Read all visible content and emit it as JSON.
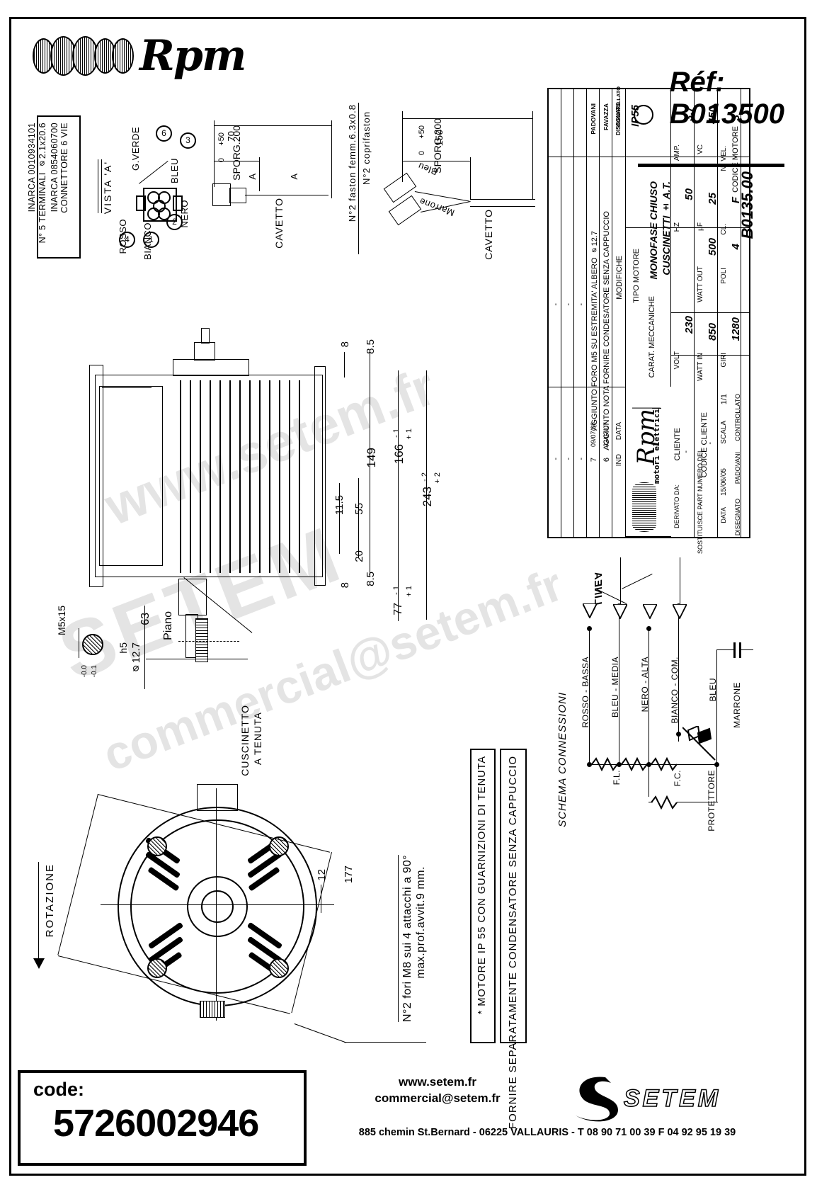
{
  "header": {
    "brand": "Rpm",
    "ref_label": "Réf:",
    "ref_value": "B013500"
  },
  "connector_note": {
    "line1": "CONNETTORE 6 VIE",
    "line2": "INARCA 0854060700",
    "line3": "N° 5 TERMINALI ⌀2.1x20.6",
    "line4": "INARCA 0010934101"
  },
  "view_a": {
    "title": "VISTA 'A'",
    "wires": [
      {
        "label": "G.VERDE",
        "pin": "6"
      },
      {
        "label": "BLEU",
        "pin": "3"
      },
      {
        "label": "ROSSO",
        "pin": "4"
      },
      {
        "label": "BIANCO",
        "pin": "1"
      },
      {
        "label": "NERO",
        "pin": "2"
      }
    ]
  },
  "cavetto_left": {
    "label": "CAVETTO",
    "dim_70": "70",
    "dim_sporg": "SPORG.200",
    "tol_plus": "+50",
    "tol_minus": "0",
    "mark_a1": "A",
    "mark_a2": "A"
  },
  "cavetto_right": {
    "label": "CAVETTO",
    "note1": "N°2 faston femm.6.3x0.8",
    "note2": "N°2 coprifaston",
    "wire1": "Bleu",
    "wire2": "Marrone",
    "dim_150": "150",
    "dim_sporg": "SPORG.200",
    "tol_plus": "+50",
    "tol_minus": "0"
  },
  "dimensions": {
    "d8_top": "8",
    "d85_top": "8.5",
    "d149": "149",
    "d166": "166",
    "d166_tol_p": "+ 1",
    "d166_tol_m": "- 1",
    "d243": "243",
    "d243_tol_p": "+ 2",
    "d243_tol_m": "- 2",
    "d115": "11.5",
    "d55": "55",
    "d20": "20",
    "d85_bot": "8.5",
    "d8_bot": "8",
    "d77": "77",
    "d77_tol_p": "+ 1",
    "d77_tol_m": "- 1",
    "m5x15": "M5x15",
    "d63": "63",
    "piano": "Piano",
    "h5": "h5",
    "d127": "⌀12.7",
    "tol_h5_p": "-0.0",
    "tol_h5_m": "-0.1",
    "d177": "177",
    "d12": "12"
  },
  "callouts": {
    "cuscinetto": "CUSCINETTO",
    "a_tenuta": "A TENUTA",
    "rotazione": "ROTAZIONE",
    "fori_line1": "N°2 fori M8 sui 4 attacchi a 90°",
    "fori_line2": "max.prof.avvit.9 mm."
  },
  "notes": {
    "note_star": "* MOTORE IP 55 CON GUARNIZIONI DI TENUTA",
    "note_fornire": "FORNIRE SEPARATAMENTE CONDENSATORE SENZA CAPPUCCIO"
  },
  "title_block": {
    "revisions": [
      {
        "ind": "7",
        "date": "09/07/08",
        "text": "AGGIUNTO FORO M5 SU ESTREMITA' ALBERO ⌀12.7"
      },
      {
        "ind": "6",
        "date": "22/07/07",
        "text": "AGGIUNTO NOTA FORNIRE CONDESATORE SENZA CAPPUCCIO"
      },
      {
        "ind": "-",
        "date": "-",
        "text": ""
      },
      {
        "ind": "-",
        "date": "-",
        "text": ""
      },
      {
        "ind": "-",
        "date": "-",
        "text": ""
      }
    ],
    "ind_header": "IND",
    "data_header": "DATA",
    "modifiche_header": "MODIFICHE",
    "names": {
      "padovani": "PADOVANI",
      "favazza": "FAVAZZA",
      "disegnato": "DISEGNATO",
      "controllato": "CONTROLLATO"
    },
    "protection": "IP55",
    "tipo_motore_label": "TIPO MOTORE",
    "tipo_motore_v1": "MONOFASE CHIUSO",
    "carat_label": "CARAT. MECCANICHE",
    "carat_v1": "CUSCINETTI ± A.T.",
    "electrical": [
      {
        "label": "VOLT",
        "value": "230"
      },
      {
        "label": "HZ",
        "value": "50"
      },
      {
        "label": "AMP.",
        "value": "3.7"
      },
      {
        "label": "WATT IN",
        "value": "850"
      },
      {
        "label": "WATT OUT",
        "value": "500"
      },
      {
        "label": "µF",
        "value": "25"
      },
      {
        "label": "VC",
        "value": "450"
      },
      {
        "label": "GIRI",
        "value": "1280"
      },
      {
        "label": "POLI",
        "value": "4"
      },
      {
        "label": "CL.",
        "value": "F"
      },
      {
        "label": "N° VEL.",
        "value": "3"
      }
    ],
    "cliente_label": "CLIENTE",
    "codice_cliente_label": "CODICE CLIENTE",
    "codice_motore_label": "CODICE MOTORE",
    "codice_motore_value": "B0135.00",
    "brand_block": {
      "name": "Rpm",
      "sub": "motori elettrici"
    },
    "derivato_label": "DERIVATO DA:",
    "derivato_value": "-",
    "sostituisce_label": "SOSTITUISCE PART NUMERO DEL",
    "sostituisce_value": "-",
    "data_label": "DATA",
    "data_value": "15/06/05",
    "scala_label": "SCALA",
    "scala_value": "1/1",
    "disegnato_label": "DISEGNATO",
    "disegnato_value": "PADOVANI",
    "controllato_label": "CONTROLLATO"
  },
  "schema": {
    "title": "SCHEMA CONNESSIONI",
    "linea": "LINEA",
    "taps": [
      "ROSSO - BASSA",
      "BLEU - MEDIA",
      "NERO - ALTA",
      "BIANCO - COM."
    ],
    "cap_bleu": "BLEU",
    "cap_marrone": "MARRONE",
    "fl": "F.L.",
    "fc": "F.C.",
    "protettore": "PROTETTORE"
  },
  "footer": {
    "code_label": "code:",
    "code_value": "5726002946",
    "website": "www.setem.fr",
    "email": "commercial@setem.fr",
    "address": "885 chemin St.Bernard  -  06225 VALLAURIS  -  T 08 90 71 00 39   F 04 92 95 19 39",
    "logo_text": "SETEM"
  },
  "watermark": {
    "line1": "www.setem.fr",
    "line2": "SETEM",
    "line3": "commercial@setem.fr"
  }
}
